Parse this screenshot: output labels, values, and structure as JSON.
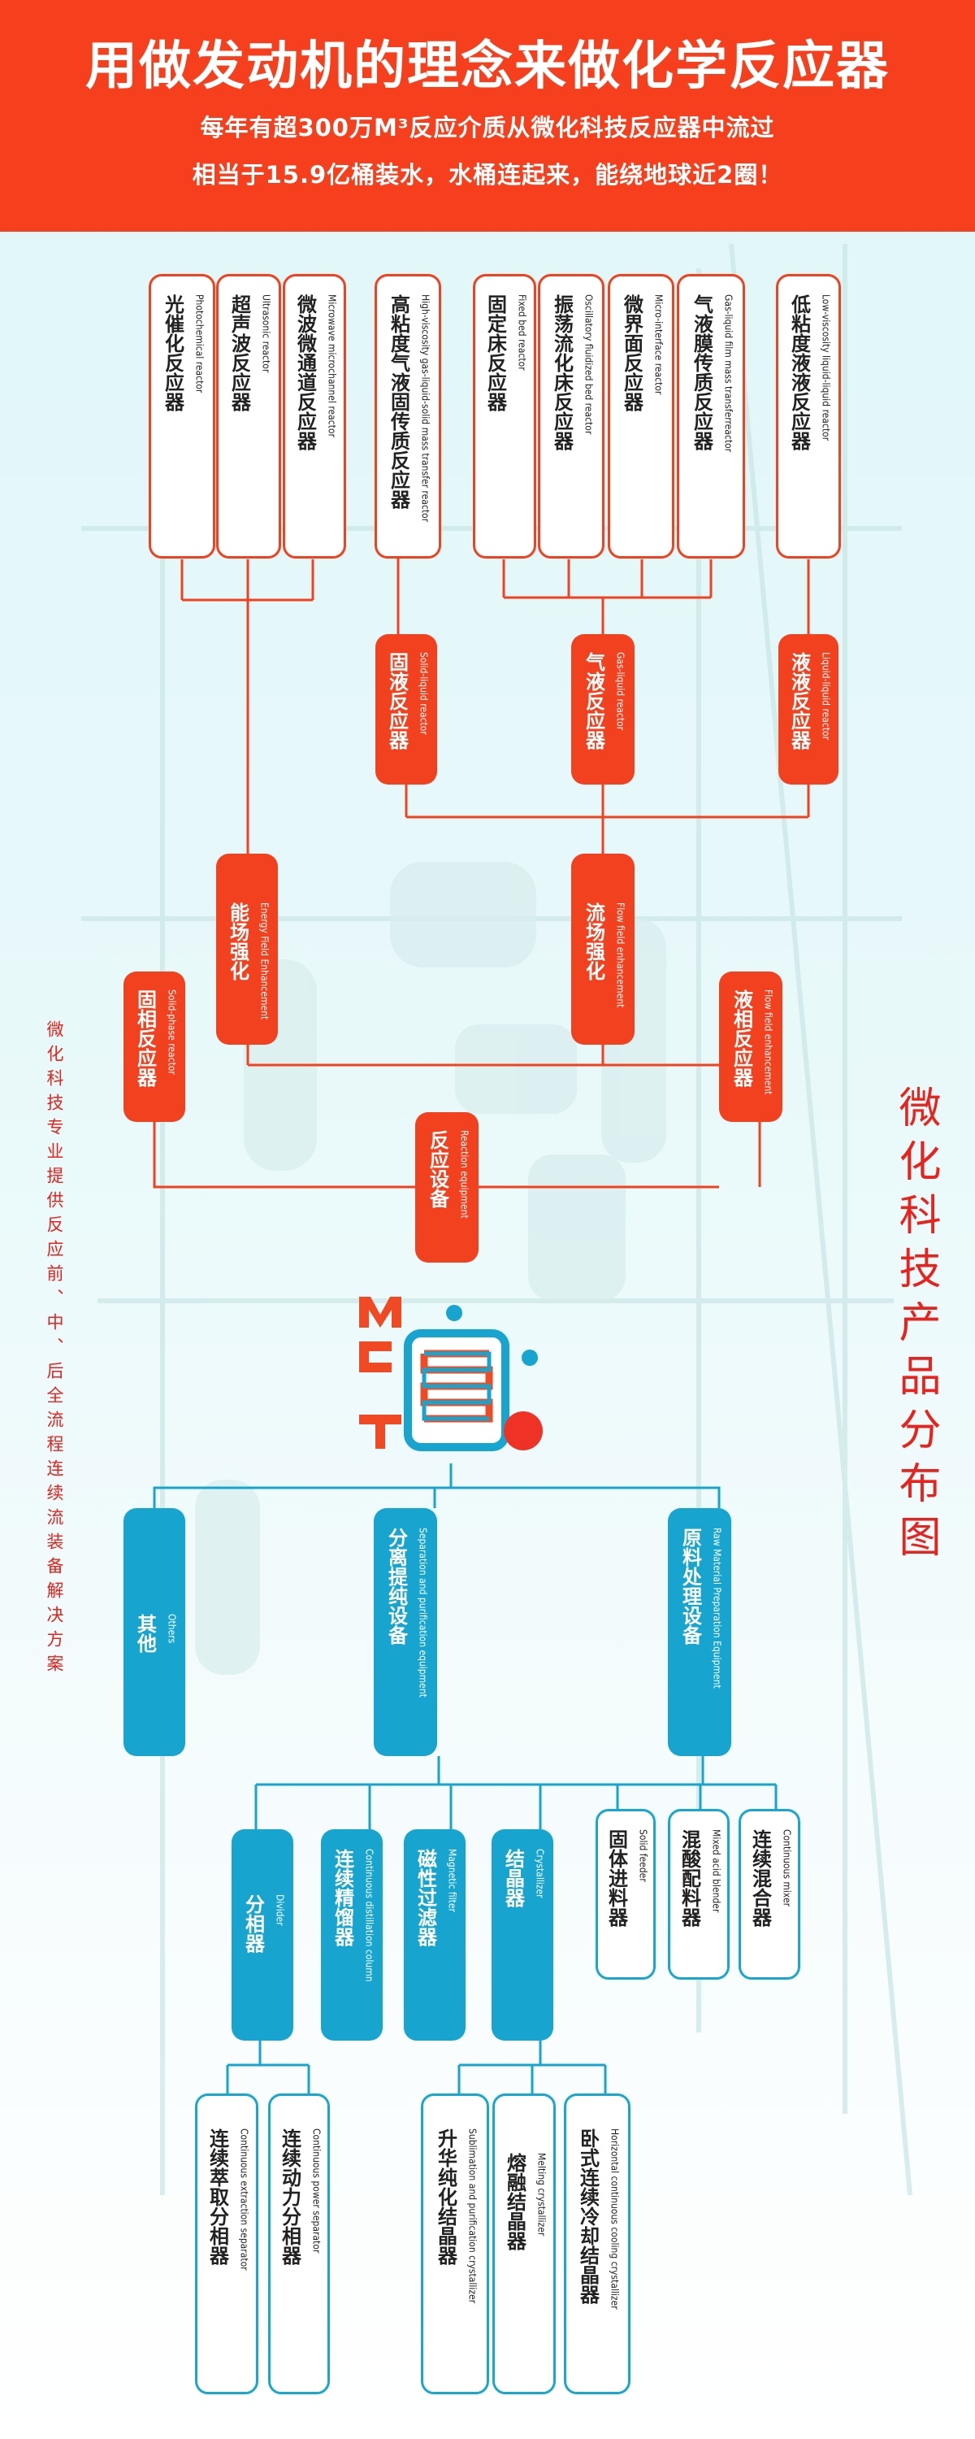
{
  "header": {
    "title": "用做发动机的理念来做化学反应器",
    "line1": "每年有超300万M³反应介质从微化科技反应器中流过",
    "line2": "相当于15.9亿桶装水，水桶连起来，能绕地球近2圈！"
  },
  "side": {
    "left_caption": "微化科技专业提供反应前、中、后全流程连续流装备解决方案",
    "right_caption": "微化科技产品分布图"
  },
  "colors": {
    "accent_red": "#f2411f",
    "accent_blue": "#17a5cf",
    "background": "#e6f8fa"
  },
  "logo": {
    "icon": "reactor-logo-icon",
    "letters": "MCT"
  },
  "nodes": {
    "photo": {
      "cn": "光催化反应器",
      "en": "Photochemical reactor"
    },
    "ultra": {
      "cn": "超声波反应器",
      "en": "Ultrasonic reactor"
    },
    "micro": {
      "cn": "微波微通道反应器",
      "en": "Microwave microchannel reactor"
    },
    "hv": {
      "cn": "高粘度气液固传质反应器",
      "en": "High-viscosity gas-liquid-solid mass transfer reactor"
    },
    "fixed": {
      "cn": "固定床反应器",
      "en": "Fixed bed reactor"
    },
    "osc": {
      "cn": "振荡流化床反应器",
      "en": "Oscillatory fluidized bed reactor"
    },
    "mi": {
      "cn": "微界面反应器",
      "en": "Micro-interface reactor"
    },
    "glf": {
      "cn": "气液膜传质反应器",
      "en": "Gas-liquid film mass transferreactor"
    },
    "lv": {
      "cn": "低粘度液液反应器",
      "en": "Low-viscosity liquid-liquid reactor"
    },
    "sl": {
      "cn": "固液反应器",
      "en": "Solid-liquid reactor"
    },
    "gl": {
      "cn": "气液反应器",
      "en": "Gas-liquid reactor"
    },
    "ll": {
      "cn": "液液反应器",
      "en": "Liquid-liquid reactor"
    },
    "efe": {
      "cn": "能场强化",
      "en": "Energy Field Enhancement"
    },
    "ffe": {
      "cn": "流场强化",
      "en": "Flow field enhancement"
    },
    "sp": {
      "cn": "固相反应器",
      "en": "Solid-phase reactor"
    },
    "lp": {
      "cn": "液相反应器",
      "en": "Flow field enhancement"
    },
    "re": {
      "cn": "反应设备",
      "en": "Reaction equipment"
    },
    "others": {
      "cn": "其他",
      "en": "Others"
    },
    "sep": {
      "cn": "分离提纯设备",
      "en": "Separation and purification equipment"
    },
    "raw": {
      "cn": "原料处理设备",
      "en": "Raw Material Preparation Equipment"
    },
    "divider": {
      "cn": "分相器",
      "en": "Divider"
    },
    "cdc": {
      "cn": "连续精馏器",
      "en": "Continuous distillation column"
    },
    "mag": {
      "cn": "磁性过滤器",
      "en": "Magnetic filter"
    },
    "cry": {
      "cn": "结晶器",
      "en": "Crystallizer"
    },
    "sf": {
      "cn": "固体进料器",
      "en": "Solid feeder"
    },
    "mab": {
      "cn": "混酸配料器",
      "en": "Mixed acid blender"
    },
    "cm": {
      "cn": "连续混合器",
      "en": "Continuous mixer"
    },
    "ces": {
      "cn": "连续萃取分相器",
      "en": "Continuous extraction separator"
    },
    "cps": {
      "cn": "连续动力分相器",
      "en": "Continuous power separator"
    },
    "spc": {
      "cn": "升华纯化结晶器",
      "en": "Sublimation and purification crystallizer"
    },
    "mc": {
      "cn": "熔融结晶器",
      "en": "Melting crystallizer"
    },
    "hcc": {
      "cn": "卧式连续冷却结晶器",
      "en": "Horizontal continuous cooling crystallizer"
    }
  }
}
